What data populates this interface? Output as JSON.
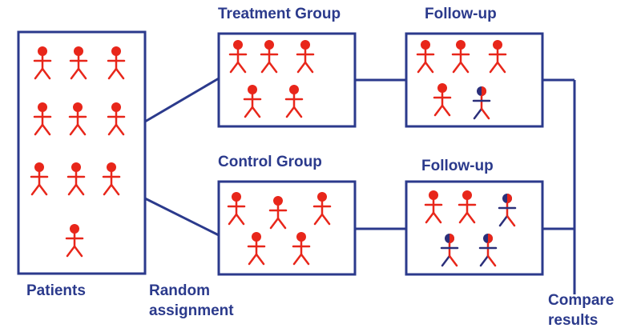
{
  "labels": {
    "treatment_group": "Treatment Group",
    "follow_up_treatment": "Follow-up",
    "control_group": "Control Group",
    "follow_up_control": "Follow-up",
    "patients": "Patients",
    "random_assignment_line1": "Random",
    "random_assignment_line2": "assignment",
    "compare_results_line1": "Compare",
    "compare_results_line2": "results"
  },
  "colors": {
    "box_border": "#2b3a8c",
    "connector": "#2b3a8c",
    "figure_default": "#e8261a",
    "figure_changed_head": "#2b2f7a",
    "text": "#2b3a8c"
  },
  "boxes": [
    {
      "id": "patients-box",
      "figures": [
        {
          "status": "default"
        },
        {
          "status": "default"
        },
        {
          "status": "default"
        },
        {
          "status": "default"
        },
        {
          "status": "default"
        },
        {
          "status": "default"
        },
        {
          "status": "default"
        },
        {
          "status": "default"
        },
        {
          "status": "default"
        },
        {
          "status": "default"
        }
      ]
    },
    {
      "id": "treatment-group-box",
      "figures": [
        {
          "status": "default"
        },
        {
          "status": "default"
        },
        {
          "status": "default"
        },
        {
          "status": "default"
        },
        {
          "status": "default"
        }
      ]
    },
    {
      "id": "treatment-follow-up-box",
      "figures": [
        {
          "status": "default"
        },
        {
          "status": "default"
        },
        {
          "status": "default"
        },
        {
          "status": "default"
        },
        {
          "status": "changed"
        }
      ]
    },
    {
      "id": "control-group-box",
      "figures": [
        {
          "status": "default"
        },
        {
          "status": "default"
        },
        {
          "status": "default"
        },
        {
          "status": "default"
        },
        {
          "status": "default"
        }
      ]
    },
    {
      "id": "control-follow-up-box",
      "figures": [
        {
          "status": "default"
        },
        {
          "status": "default"
        },
        {
          "status": "changed"
        },
        {
          "status": "changed"
        },
        {
          "status": "changed"
        }
      ]
    }
  ]
}
